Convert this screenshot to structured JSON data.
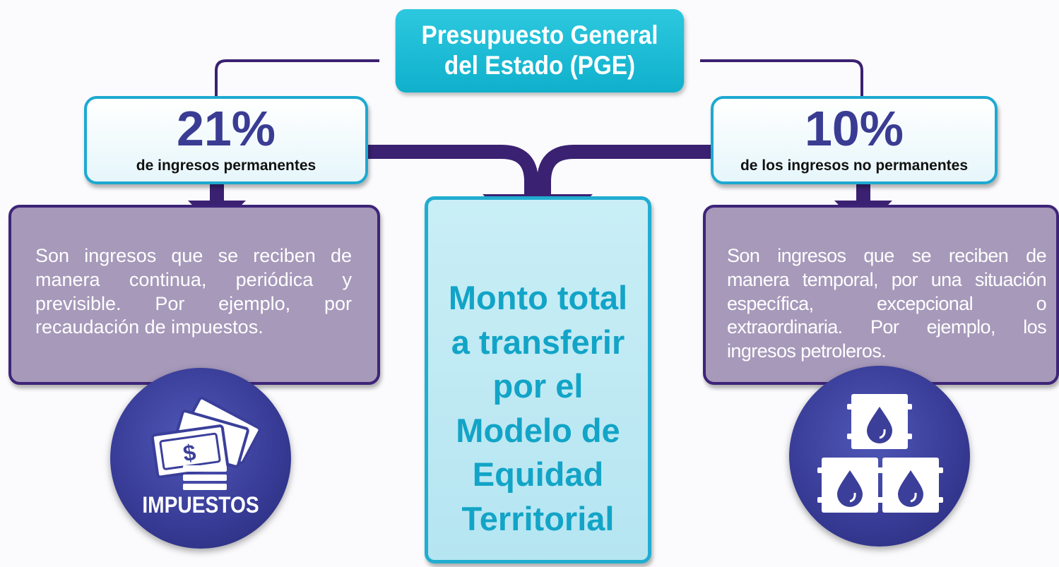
{
  "title": {
    "line1": "Presupuesto General",
    "line2": "del Estado (PGE)"
  },
  "left": {
    "percent": "21%",
    "caption": "de ingresos permanentes",
    "description": "Son ingresos que se reciben de manera continua, periódica y previsible. Por ejemplo, por recaudación de impuestos.",
    "icon_label": "IMPUESTOS",
    "icon": "money-bills-icon"
  },
  "right": {
    "percent": "10%",
    "caption": "de los ingresos no permanentes",
    "description": "Son ingresos que se reciben de manera temporal, por una situación específica, excepcional o extraordinaria. Por ejemplo, los ingresos petroleros.",
    "icon": "oil-barrels-icon"
  },
  "center": {
    "lines": [
      "Monto total",
      "a transferir",
      "por el",
      "Modelo de",
      "Equidad",
      "Territorial"
    ]
  },
  "colors": {
    "title_bg": "#1ab8d3",
    "percent_text": "#3a3c93",
    "description_bg": "#a699ba",
    "description_border": "#3e2478",
    "center_text": "#12a4c7",
    "connector": "#3b2171",
    "circle_bg": "#393d98"
  }
}
